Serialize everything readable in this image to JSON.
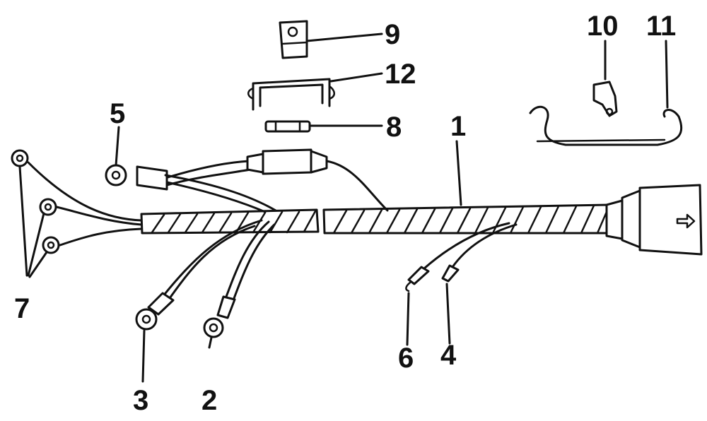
{
  "diagram": {
    "ink_color": "#111111",
    "background": "#ffffff",
    "callouts": [
      {
        "id": "1",
        "label": "1",
        "part": "wiring-harness-main"
      },
      {
        "id": "2",
        "label": "2",
        "part": "ring-terminal-lead"
      },
      {
        "id": "3",
        "label": "3",
        "part": "ring-terminal-lead"
      },
      {
        "id": "4",
        "label": "4",
        "part": "bullet-connector-lead"
      },
      {
        "id": "5",
        "label": "5",
        "part": "ring-terminal-fused-lead"
      },
      {
        "id": "6",
        "label": "6",
        "part": "bullet-connector-lead"
      },
      {
        "id": "7",
        "label": "7",
        "part": "ring-terminal-leads-group"
      },
      {
        "id": "8",
        "label": "8",
        "part": "fuse"
      },
      {
        "id": "9",
        "label": "9",
        "part": "clip"
      },
      {
        "id": "10",
        "label": "10",
        "part": "clamp"
      },
      {
        "id": "11",
        "label": "11",
        "part": "retainer-wire"
      },
      {
        "id": "12",
        "label": "12",
        "part": "retainer-bracket"
      }
    ]
  }
}
